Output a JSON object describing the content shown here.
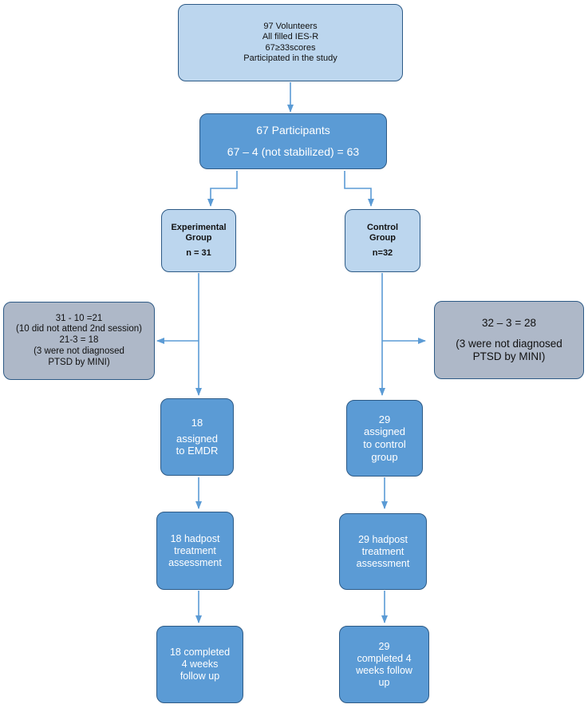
{
  "box_volunteers": [
    "97  Volunteers",
    "All filled IES-R",
    "67≥33scores",
    "Participated in  the study"
  ],
  "box_participants": [
    "67 Participants",
    "67 – 4 (not stabilized) = 63"
  ],
  "box_experimental": [
    "Experimental",
    "Group",
    "n = 31"
  ],
  "box_control": [
    "Control",
    "Group",
    "n=32"
  ],
  "box_excluded_left": [
    "31 - 10 =21",
    "(10 did not attend 2nd session)",
    "21-3 = 18",
    "(3 were not diagnosed",
    "PTSD by MINI)"
  ],
  "box_excluded_right": [
    "32 – 3 = 28",
    "(3 were not diagnosed",
    "PTSD by MINI)"
  ],
  "box_assigned_emdr": [
    "18",
    "assigned",
    "to EMDR"
  ],
  "box_assigned_control": [
    "29",
    "assigned",
    "to control",
    "group"
  ],
  "box_post_emdr": [
    "18 hadpost",
    "treatment",
    "assessment"
  ],
  "box_post_control": [
    "29 hadpost",
    "treatment",
    "assessment"
  ],
  "box_followup_emdr": [
    "18 completed",
    "4 weeks",
    "follow up"
  ],
  "box_followup_control": [
    "29",
    "completed 4",
    "weeks follow",
    "up"
  ],
  "colors": {
    "light_fill": "#bcd6ee",
    "mid_fill": "#5b9bd5",
    "grey_fill": "#aeb8c8",
    "border": "#2d5a86",
    "arrow": "#5b9bd5"
  }
}
